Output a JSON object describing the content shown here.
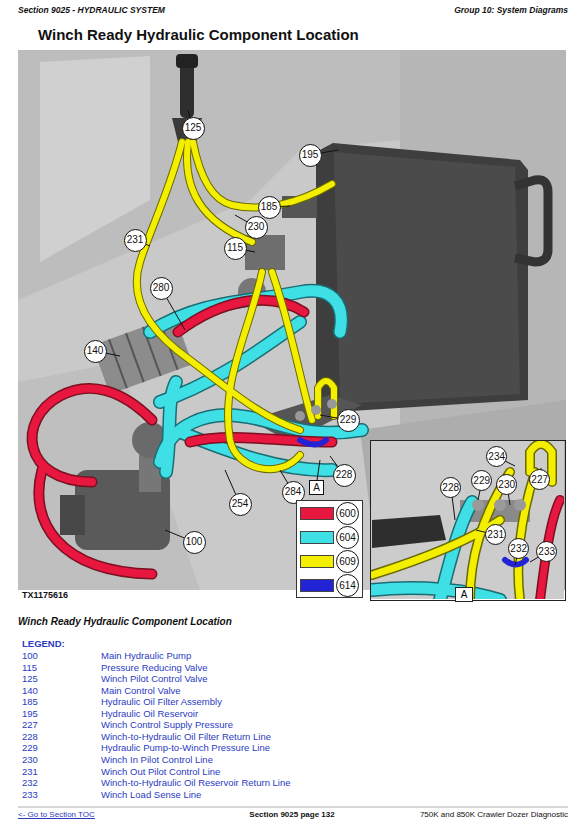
{
  "diagram": {
    "title": "Winch Ready Hydraulic Component Location",
    "caption": "Winch Ready Hydraulic Component Location",
    "nodes": [
      {
        "text": [
          "125"
        ]
      },
      {
        "text": [
          "195"
        ]
      },
      {
        "text": [
          "185"
        ]
      },
      {
        "text": [
          "230"
        ]
      },
      {
        "text": [
          "231"
        ]
      },
      {
        "text": [
          "115"
        ]
      },
      {
        "text": [
          "280"
        ]
      },
      {
        "text": [
          "140"
        ]
      },
      {
        "text": [
          "229"
        ]
      },
      {
        "text": [
          "228"
        ]
      },
      {
        "text": [
          "A"
        ]
      },
      {
        "text": [
          "284"
        ]
      },
      {
        "text": [
          "254"
        ]
      },
      {
        "text": [
          "100"
        ]
      },
      {
        "text": [
          "A"
        ]
      },
      {
        "text": [
          "234"
        ],
        "in": 14
      },
      {
        "text": [
          "229"
        ],
        "in": 14
      },
      {
        "text": [
          "230"
        ],
        "in": 14
      },
      {
        "text": [
          "227"
        ],
        "in": 14
      },
      {
        "text": [
          "228"
        ],
        "in": 14
      },
      {
        "text": [
          "231"
        ],
        "in": 14
      },
      {
        "text": [
          "232"
        ],
        "in": 14
      },
      {
        "text": [
          "233"
        ],
        "in": 14
      }
    ],
    "labels": [
      "Section 9025 - HYDRAULIC SYSTEM",
      "Group 10: System Diagrams",
      "TX1175616",
      "LEGEND:",
      "100",
      "Main Hydraulic Pump",
      "115",
      "Pressure Reducing Valve",
      "125",
      "Winch Pilot Control Valve",
      "140",
      "Main Control Valve",
      "185",
      "Hydraulic Oil Filter Assembly",
      "195",
      "Hydraulic Oil Reservoir",
      "227",
      "Winch Control Supply Pressure",
      "228",
      "Winch-to-Hydraulic Oil Filter Return Line",
      "229",
      "Hydraulic Pump-to-Winch Pressure Line",
      "230",
      "Winch In Pilot Control Line",
      "231",
      "Winch Out Pilot Control Line",
      "232",
      "Winch-to-Hydraulic Oil Reservoir Return Line",
      "233",
      "Winch Load Sense Line",
      "<- Go to Section TOC",
      "Section 9025 page 132",
      "750K and 850K Crawler Dozer Diagnostic"
    ],
    "legend": [
      {
        "text": "600",
        "color": "#e8173f"
      },
      {
        "text": "604",
        "color": "#3fdfe6"
      },
      {
        "text": "609",
        "color": "#f4ef00"
      },
      {
        "text": "614",
        "color": "#2323d6"
      }
    ]
  }
}
